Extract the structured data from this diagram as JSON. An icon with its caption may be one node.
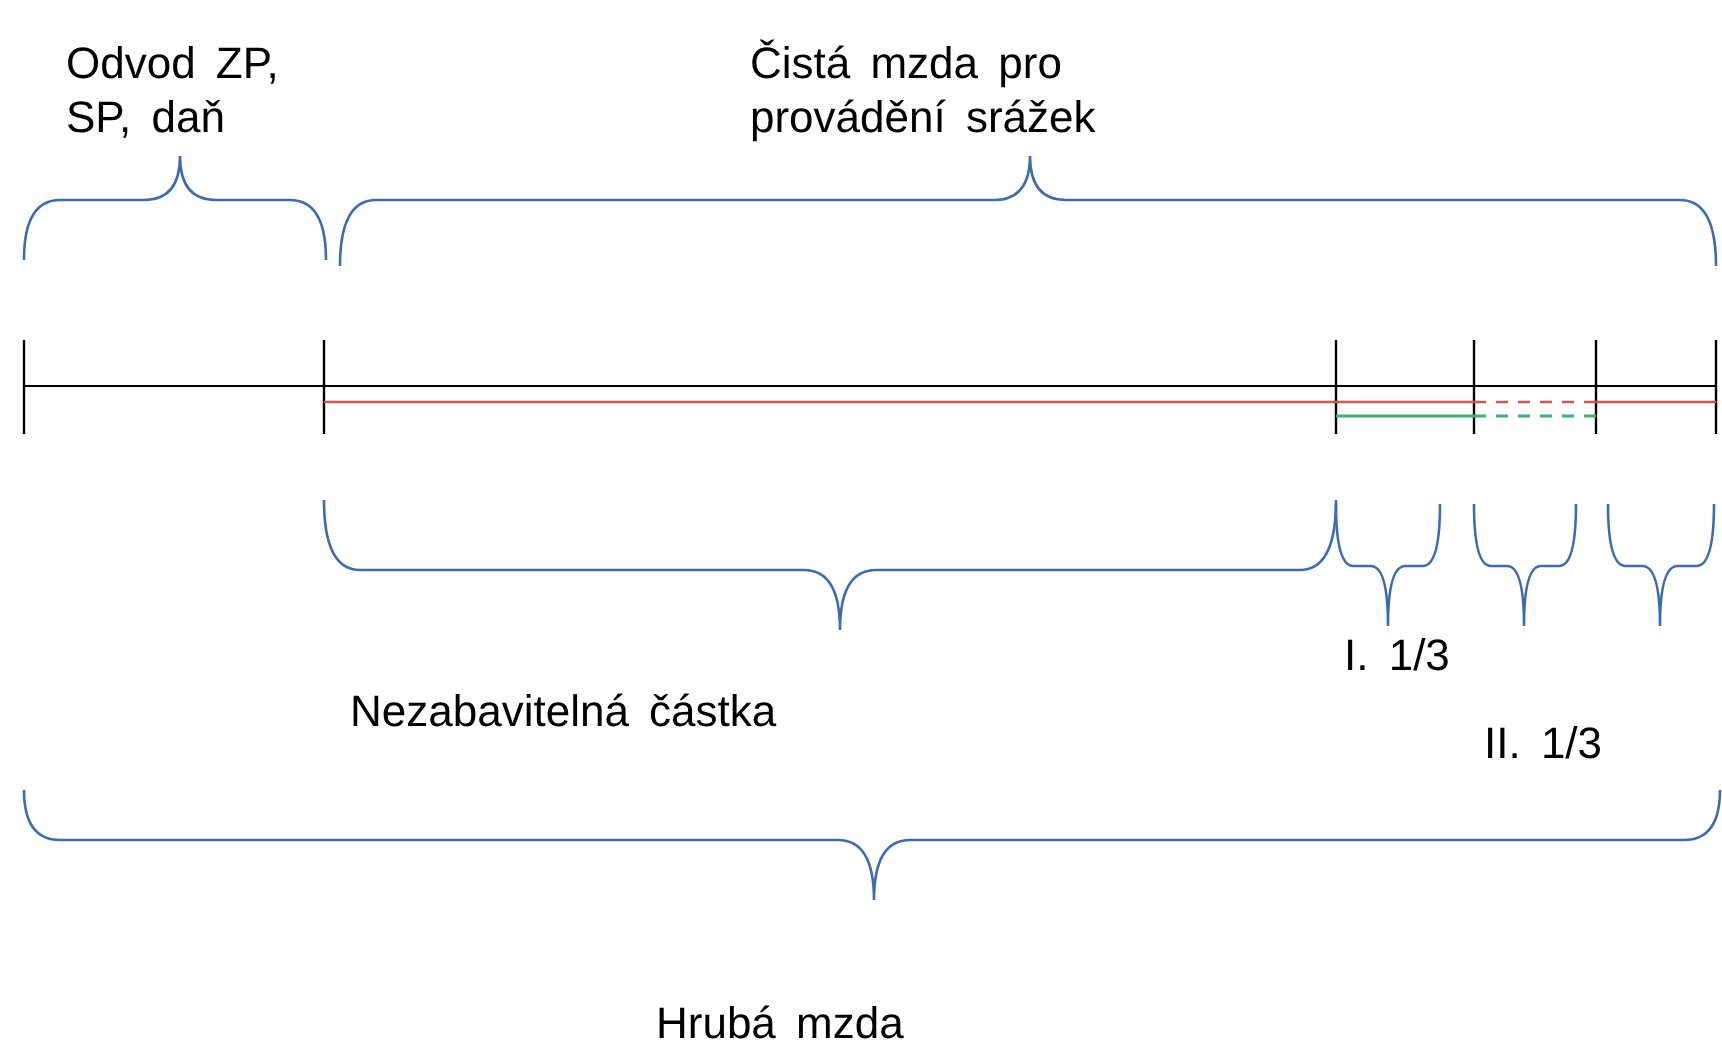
{
  "diagram": {
    "labels": [
      "Odvod ZP, SP, daň",
      "Čistá mzda pro provádění srážek",
      "Nezabavitelná částka",
      "I. 1/3",
      "II. 1/3",
      "Hrubá mzda"
    ]
  }
}
